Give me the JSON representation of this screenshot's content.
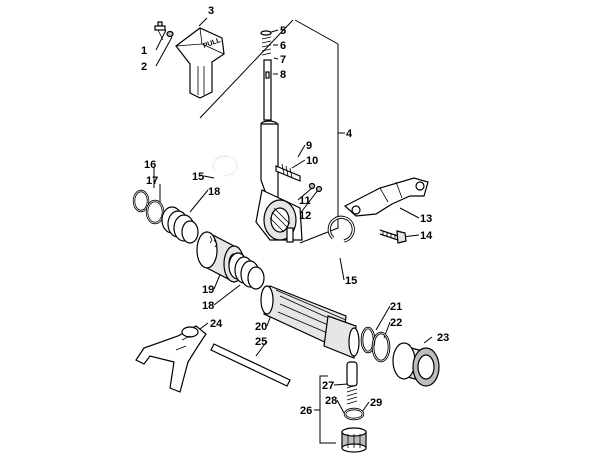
{
  "diagram": {
    "callouts": [
      {
        "id": "c1",
        "text": "1"
      },
      {
        "id": "c2",
        "text": "2"
      },
      {
        "id": "c3",
        "text": "3"
      },
      {
        "id": "c4",
        "text": "4"
      },
      {
        "id": "c5",
        "text": "5"
      },
      {
        "id": "c6",
        "text": "6"
      },
      {
        "id": "c7",
        "text": "7"
      },
      {
        "id": "c8",
        "text": "8"
      },
      {
        "id": "c9",
        "text": "9"
      },
      {
        "id": "c10",
        "text": "10"
      },
      {
        "id": "c11",
        "text": "11"
      },
      {
        "id": "c12",
        "text": "12"
      },
      {
        "id": "c13",
        "text": "13"
      },
      {
        "id": "c14",
        "text": "14"
      },
      {
        "id": "c15a",
        "text": "15"
      },
      {
        "id": "c15b",
        "text": "15"
      },
      {
        "id": "c16",
        "text": "16"
      },
      {
        "id": "c17",
        "text": "17"
      },
      {
        "id": "c18a",
        "text": "18"
      },
      {
        "id": "c18b",
        "text": "18"
      },
      {
        "id": "c19",
        "text": "19"
      },
      {
        "id": "c20",
        "text": "20"
      },
      {
        "id": "c21",
        "text": "21"
      },
      {
        "id": "c22",
        "text": "22"
      },
      {
        "id": "c23",
        "text": "23"
      },
      {
        "id": "c24",
        "text": "24"
      },
      {
        "id": "c25",
        "text": "25"
      },
      {
        "id": "c26",
        "text": "26"
      },
      {
        "id": "c27",
        "text": "27"
      },
      {
        "id": "c28",
        "text": "28"
      },
      {
        "id": "c29",
        "text": "29"
      }
    ],
    "knob_text": "PULL"
  }
}
